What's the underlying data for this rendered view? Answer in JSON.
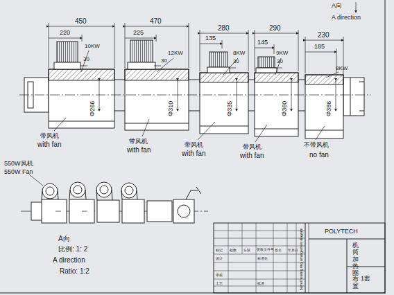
{
  "diagram": {
    "labels": [
      "450",
      "220",
      "10KW",
      "30",
      "Φ266",
      "470",
      "225",
      "12KW",
      "30",
      "Φ310",
      "280",
      "135",
      "8KW",
      "30",
      "Φ335",
      "290",
      "145",
      "9KW",
      "30",
      "Φ360",
      "230",
      "185",
      "8KW",
      "Φ386",
      "A向",
      "A direction",
      "带风机",
      "with fan",
      "带风机",
      "with fan",
      "带风机",
      "with fan",
      "带风机",
      "with fan",
      "不带风机",
      "no fan",
      "550W风机",
      "550W Fan",
      "A向",
      "比例: 1: 2",
      "A direction",
      "Ratio: 1:2",
      "POLYTECH",
      "barrel heating ring arrangement diagram",
      "机筒加热圈布置",
      "1套",
      "标记",
      "处数",
      "分区",
      "更改文件号",
      "签名",
      "年月日",
      "设计",
      "标准化",
      "审核",
      "工艺",
      "批准"
    ]
  }
}
